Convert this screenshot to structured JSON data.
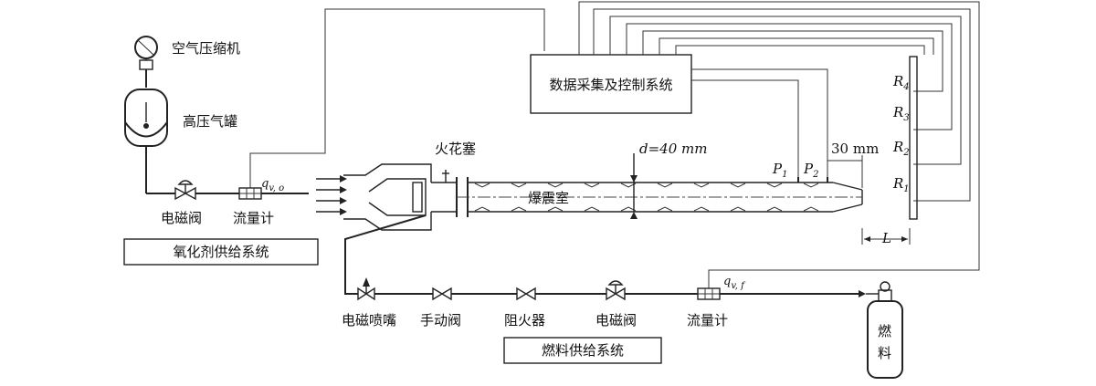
{
  "labels": {
    "compressor": "空气压缩机",
    "tank": "高压气罐",
    "solenoid_ox": "电磁阀",
    "flowmeter_ox": "流量计",
    "oxidizer_system": "氧化剂供给系统",
    "flow_ox_symbol": "q",
    "flow_ox_sub": "v, o",
    "daq_system": "数据采集及控制系统",
    "spark_chamber": "火花塞",
    "diameter": "d=40 mm",
    "detonation_chamber": "爆震室",
    "p1": "P",
    "p1_sub": "1",
    "p2": "P",
    "p2_sub": "2",
    "dist_30": "30 mm",
    "r4": "R",
    "r4_sub": "4",
    "r3": "R",
    "r3_sub": "3",
    "r2": "R",
    "r2_sub": "2",
    "r1": "R",
    "r1_sub": "1",
    "length": "L",
    "nozzle": "电磁喷嘴",
    "manual_valve": "手动阀",
    "flame_arrester": "阻火器",
    "solenoid_fuel": "电磁阀",
    "flowmeter_fuel": "流量计",
    "flow_fuel_symbol": "q",
    "flow_fuel_sub": "v, f",
    "fuel_system": "燃料供给系统",
    "fuel_bottle_1": "燃",
    "fuel_bottle_2": "料"
  }
}
